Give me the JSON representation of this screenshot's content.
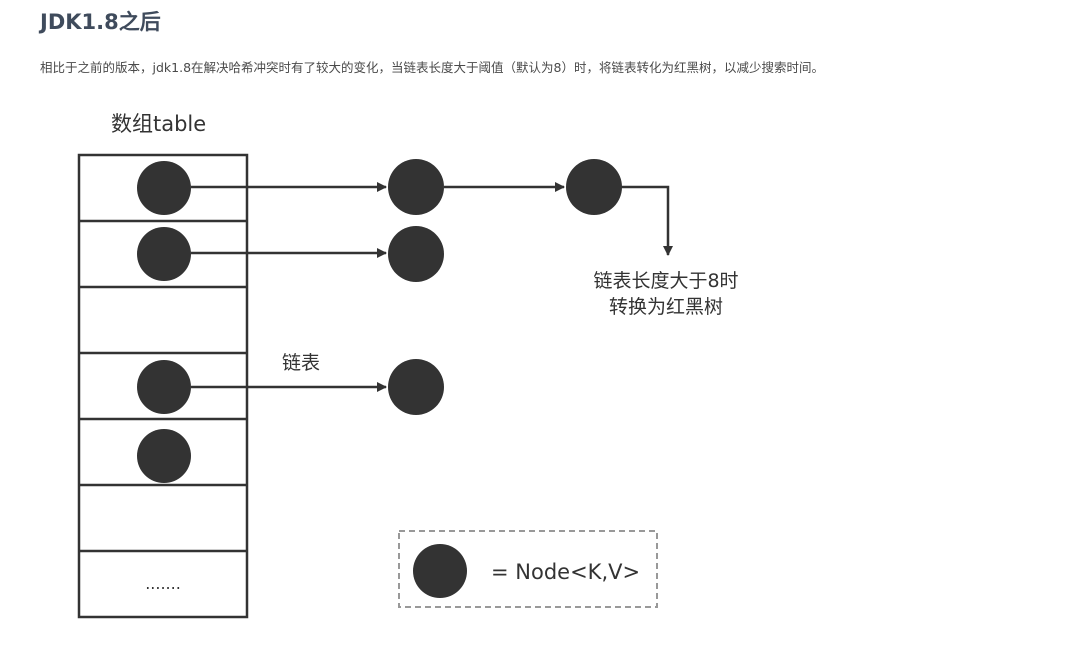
{
  "section": {
    "title": "JDK1.8之后",
    "intro": "相比于之前的版本，jdk1.8在解决哈希冲突时有了较大的变化，当链表长度大于阈值（默认为8）时，将链表转化为红黑树，以减少搜索时间。"
  },
  "diagram": {
    "array_label": "数组table",
    "linked_list_label": "链表",
    "treeify_note": [
      "链表长度大于8时",
      "转换为红黑树"
    ],
    "ellipsis": ".......",
    "legend_text": "= Node<K,V>",
    "colors": {
      "node": "#333333",
      "line": "#333333",
      "legend_border": "#999999"
    }
  }
}
